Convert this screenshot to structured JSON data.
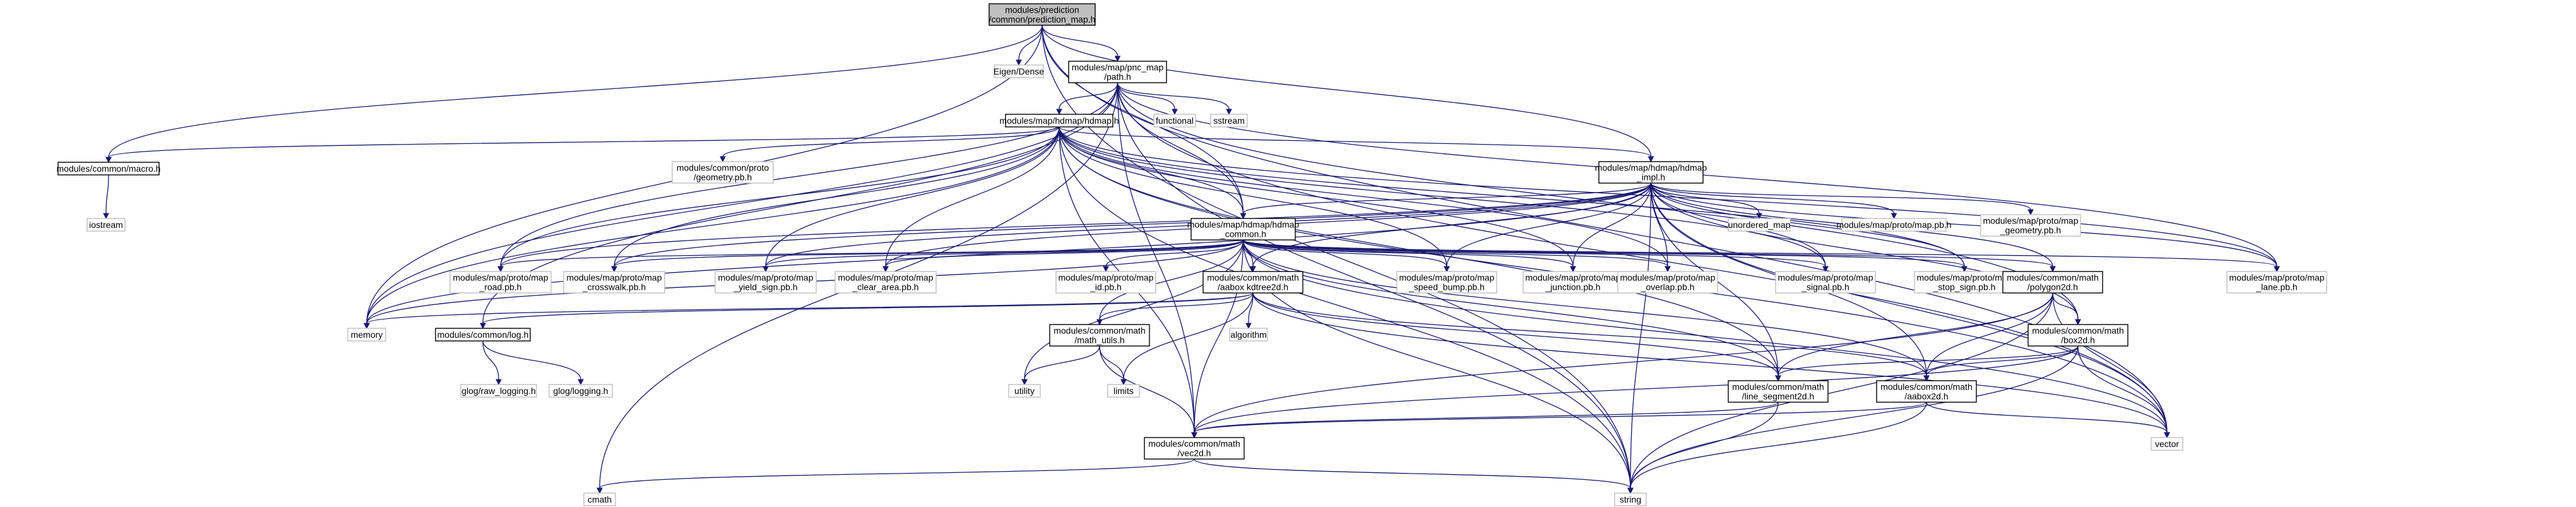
{
  "graph": {
    "edge_color": "#191970",
    "root_fill": "#bfbfbf",
    "external_stroke": "#bfbfbf",
    "nodes": [
      {
        "id": "root",
        "label": [
          "modules/prediction",
          "/common/prediction_map.h"
        ],
        "kind": "root"
      },
      {
        "id": "eigen",
        "label": [
          "Eigen/Dense"
        ],
        "kind": "external"
      },
      {
        "id": "pnc",
        "label": [
          "modules/map/pnc_map",
          "/path.h"
        ],
        "kind": "internal"
      },
      {
        "id": "functional",
        "label": [
          "functional"
        ],
        "kind": "external"
      },
      {
        "id": "sstream",
        "label": [
          "sstream"
        ],
        "kind": "external"
      },
      {
        "id": "hdmap",
        "label": [
          "modules/map/hdmap/hdmap.h"
        ],
        "kind": "internal"
      },
      {
        "id": "macro",
        "label": [
          "modules/common/macro.h"
        ],
        "kind": "internal"
      },
      {
        "id": "iostream",
        "label": [
          "iostream"
        ],
        "kind": "external"
      },
      {
        "id": "geometry_common",
        "label": [
          "modules/common/proto",
          "/geometry.pb.h"
        ],
        "kind": "external"
      },
      {
        "id": "impl",
        "label": [
          "modules/map/hdmap/hdmap",
          "_impl.h"
        ],
        "kind": "internal"
      },
      {
        "id": "unordered_map",
        "label": [
          "unordered_map"
        ],
        "kind": "external"
      },
      {
        "id": "map_pb",
        "label": [
          "modules/map/proto/map.pb.h"
        ],
        "kind": "external"
      },
      {
        "id": "geometry_map",
        "label": [
          "modules/map/proto/map",
          "_geometry.pb.h"
        ],
        "kind": "external"
      },
      {
        "id": "hcommon",
        "label": [
          "modules/map/hdmap/hdmap",
          "_common.h"
        ],
        "kind": "internal"
      },
      {
        "id": "road",
        "label": [
          "modules/map/proto/map",
          "_road.pb.h"
        ],
        "kind": "external"
      },
      {
        "id": "crosswalk",
        "label": [
          "modules/map/proto/map",
          "_crosswalk.pb.h"
        ],
        "kind": "external"
      },
      {
        "id": "yield",
        "label": [
          "modules/map/proto/map",
          "_yield_sign.pb.h"
        ],
        "kind": "external"
      },
      {
        "id": "clear",
        "label": [
          "modules/map/proto/map",
          "_clear_area.pb.h"
        ],
        "kind": "external"
      },
      {
        "id": "id",
        "label": [
          "modules/map/proto/map",
          "_id.pb.h"
        ],
        "kind": "external"
      },
      {
        "id": "kdtree",
        "label": [
          "modules/common/math",
          "/aabox kdtree2d.h"
        ],
        "kind": "internal"
      },
      {
        "id": "speed",
        "label": [
          "modules/map/proto/map",
          "_speed_bump.pb.h"
        ],
        "kind": "external"
      },
      {
        "id": "junction",
        "label": [
          "modules/map/proto/map",
          "_junction.pb.h"
        ],
        "kind": "external"
      },
      {
        "id": "overlap",
        "label": [
          "modules/map/proto/map",
          "_overlap.pb.h"
        ],
        "kind": "external"
      },
      {
        "id": "signal",
        "label": [
          "modules/map/proto/map",
          "_signal.pb.h"
        ],
        "kind": "external"
      },
      {
        "id": "stop",
        "label": [
          "modules/map/proto/map",
          "_stop_sign.pb.h"
        ],
        "kind": "external"
      },
      {
        "id": "polygon",
        "label": [
          "modules/common/math",
          "/polygon2d.h"
        ],
        "kind": "internal"
      },
      {
        "id": "lane",
        "label": [
          "modules/map/proto/map",
          "_lane.pb.h"
        ],
        "kind": "external"
      },
      {
        "id": "memory",
        "label": [
          "memory"
        ],
        "kind": "external"
      },
      {
        "id": "log",
        "label": [
          "modules/common/log.h"
        ],
        "kind": "internal"
      },
      {
        "id": "raw_logging",
        "label": [
          "glog/raw_logging.h"
        ],
        "kind": "external"
      },
      {
        "id": "glog",
        "label": [
          "glog/logging.h"
        ],
        "kind": "external"
      },
      {
        "id": "mathutils",
        "label": [
          "modules/common/math",
          "/math_utils.h"
        ],
        "kind": "internal"
      },
      {
        "id": "algorithm",
        "label": [
          "algorithm"
        ],
        "kind": "external"
      },
      {
        "id": "utility",
        "label": [
          "utility"
        ],
        "kind": "external"
      },
      {
        "id": "limits",
        "label": [
          "limits"
        ],
        "kind": "external"
      },
      {
        "id": "box2d",
        "label": [
          "modules/common/math",
          "/box2d.h"
        ],
        "kind": "internal"
      },
      {
        "id": "line",
        "label": [
          "modules/common/math",
          "/line_segment2d.h"
        ],
        "kind": "internal"
      },
      {
        "id": "aabox",
        "label": [
          "modules/common/math",
          "/aabox2d.h"
        ],
        "kind": "internal"
      },
      {
        "id": "vec2d",
        "label": [
          "modules/common/math",
          "/vec2d.h"
        ],
        "kind": "internal"
      },
      {
        "id": "vector",
        "label": [
          "vector"
        ],
        "kind": "external"
      },
      {
        "id": "cmath",
        "label": [
          "cmath"
        ],
        "kind": "external"
      },
      {
        "id": "string",
        "label": [
          "string"
        ],
        "kind": "external"
      }
    ]
  }
}
